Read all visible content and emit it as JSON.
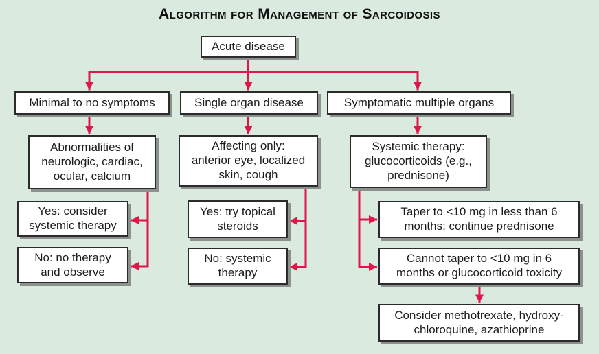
{
  "colors": {
    "background": "#daeade",
    "arrow": "#e0164a",
    "box_border": "#2b2b2b",
    "box_shadow": "#8c918e",
    "text": "#1c1c1c"
  },
  "diagram": {
    "title": "Algorithm for Management of Sarcoidosis",
    "root": "Acute disease",
    "branches": [
      {
        "header": "Minimal to no symptoms",
        "criteria": "Abnormalities of\nneurologic, cardiac,\nocular, calcium",
        "yes": "Yes: consider\nsystemic therapy",
        "no": "No: no therapy\nand observe"
      },
      {
        "header": "Single organ disease",
        "criteria": "Affecting only:\nanterior eye, localized\nskin, cough",
        "yes": "Yes: try topical\nsteroids",
        "no": "No: systemic\ntherapy"
      },
      {
        "header": "Symptomatic multiple organs",
        "therapy": "Systemic therapy:\nglucocorticoids (e.g.,\nprednisone)",
        "taper_success": "Taper to <10 mg in less than 6\nmonths: continue prednisone",
        "taper_failure": "Cannot taper to <10 mg in 6\nmonths or glucocorticoid toxicity",
        "escalation": "Consider methotrexate, hydroxy-\nchloroquine, azathioprine"
      }
    ]
  }
}
